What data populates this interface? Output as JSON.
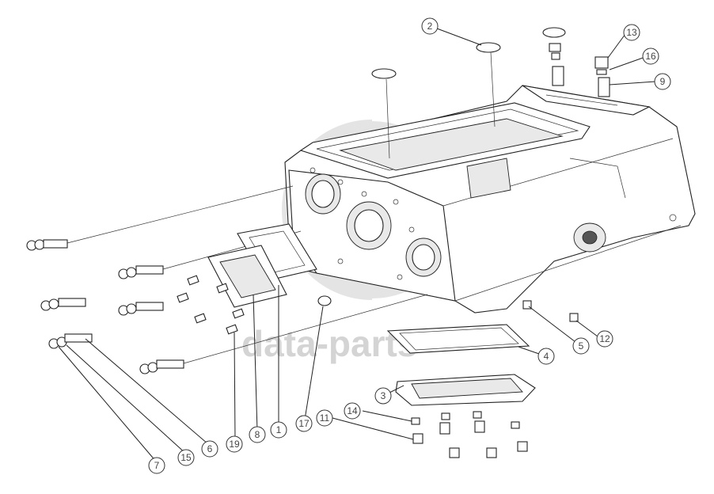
{
  "watermark": {
    "text": "data-parts"
  },
  "callouts": [
    {
      "id": "c1",
      "label": "1"
    },
    {
      "id": "c2",
      "label": "2"
    },
    {
      "id": "c3",
      "label": "3"
    },
    {
      "id": "c4",
      "label": "4"
    },
    {
      "id": "c5",
      "label": "5"
    },
    {
      "id": "c6",
      "label": "6"
    },
    {
      "id": "c7",
      "label": "7"
    },
    {
      "id": "c8",
      "label": "8"
    },
    {
      "id": "c9",
      "label": "9"
    },
    {
      "id": "c11",
      "label": "11"
    },
    {
      "id": "c12",
      "label": "12"
    },
    {
      "id": "c13",
      "label": "13"
    },
    {
      "id": "c14",
      "label": "14"
    },
    {
      "id": "c15",
      "label": "15"
    },
    {
      "id": "c16",
      "label": "16"
    },
    {
      "id": "c17",
      "label": "17"
    },
    {
      "id": "c19",
      "label": "19"
    }
  ]
}
